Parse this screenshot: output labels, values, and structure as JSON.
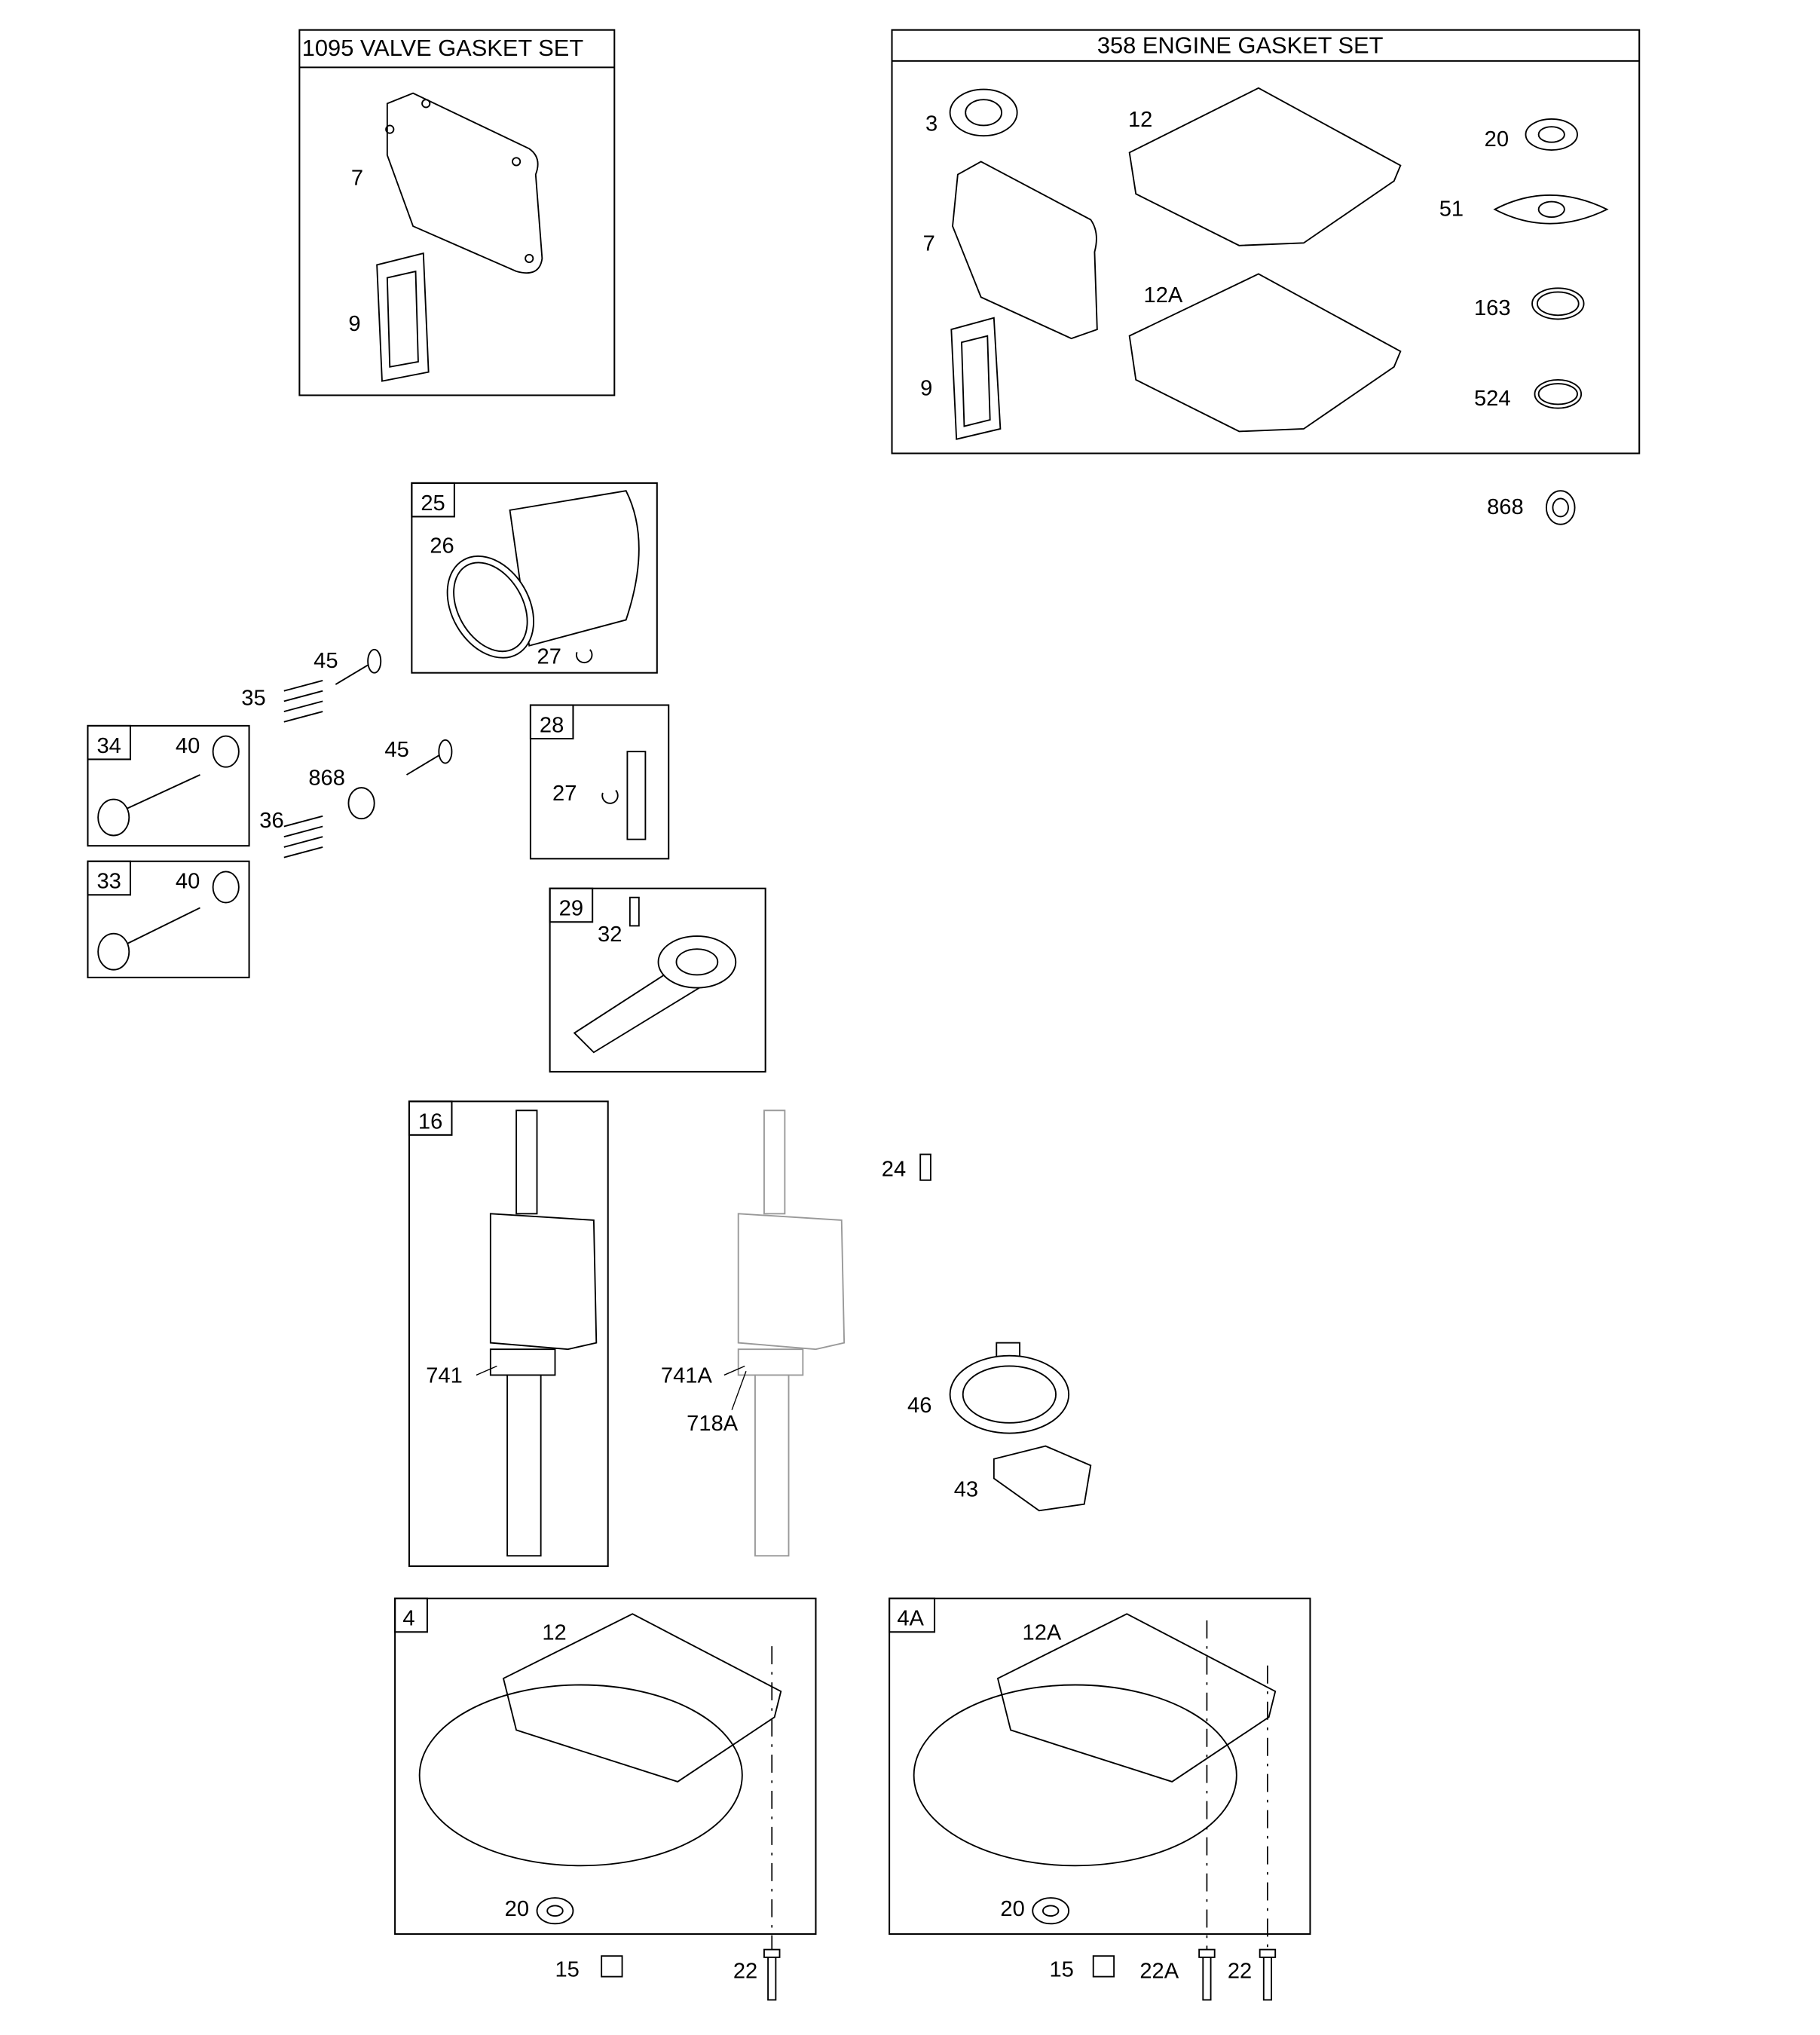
{
  "kits": {
    "valve_gasket_set": "1095 VALVE GASKET SET",
    "engine_gasket_set": "358 ENGINE GASKET SET"
  },
  "box_numbers": [
    "25",
    "28",
    "29",
    "34",
    "33",
    "16",
    "4",
    "4A"
  ],
  "callouts": [
    "7",
    "9",
    "3",
    "12",
    "20",
    "51",
    "7",
    "12A",
    "163",
    "9",
    "524",
    "868",
    "26",
    "27",
    "45",
    "35",
    "40",
    "45",
    "868",
    "36",
    "27",
    "40",
    "32",
    "24",
    "741",
    "741A",
    "718A",
    "46",
    "43",
    "12",
    "12A",
    "20",
    "20",
    "15",
    "22",
    "15",
    "22A",
    "22"
  ]
}
